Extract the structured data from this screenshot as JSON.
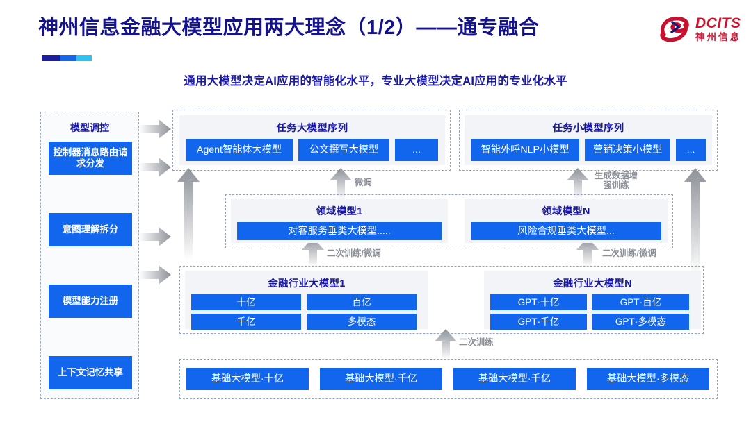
{
  "header": {
    "title": "神州信息金融大模型应用两大理念（1/2）——通专融合",
    "subtitle": "通用大模型决定AI应用的智能化水平，专业大模型决定AI应用的专业化水平",
    "logo_en": "DCITS",
    "logo_cn": "神州信息",
    "brand_red": "#c8102e",
    "title_color": "#15138c",
    "accent_colors": [
      "#1d1d9e",
      "#1566e8",
      "#31c1ef"
    ]
  },
  "left_panel": {
    "title": "模型调控",
    "buttons": [
      {
        "label": "控制器消息路由请求分发"
      },
      {
        "label": "意图理解拆分"
      },
      {
        "label": "模型能力注册"
      },
      {
        "label": "上下文记忆共享"
      }
    ]
  },
  "task_large": {
    "title": "任务大模型序列",
    "chips": [
      "Agent智能体大模型",
      "公文撰写大模型",
      "..."
    ]
  },
  "task_small": {
    "title": "任务小模型序列",
    "chips": [
      "智能外呼NLP小模型",
      "营销决策小模型",
      "..."
    ]
  },
  "domain_models": [
    {
      "title": "领域模型1",
      "chip": "对客服务垂类大模型....."
    },
    {
      "title": "领域模型N",
      "chip": "风险合规垂类大模型..."
    }
  ],
  "industry_models": [
    {
      "title": "金融行业大模型1",
      "chips": [
        "十亿",
        "百亿",
        "千亿",
        "多模态"
      ]
    },
    {
      "title": "金融行业大模型N",
      "chips": [
        "GPT·十亿",
        "GPT·百亿",
        "GPT·千亿",
        "GPT·多模态"
      ]
    }
  ],
  "base_models": {
    "chips": [
      "基础大模型·十亿",
      "基础大模型·千亿",
      "基础大模型·千亿",
      "基础大模型·多模态"
    ]
  },
  "arrow_labels": {
    "fine_tune": "微调",
    "data_aug": "生成数据增强训练",
    "retrain_finetune_left": "二次训练/微调",
    "retrain_finetune_right": "二次训练/微调",
    "retrain": "二次训练"
  },
  "colors": {
    "chip_blue": "#1266ee",
    "group_bg": "#f2f4f8",
    "dashed_border": "#95a3c7",
    "arrow_gray": "#9ea2a8"
  }
}
